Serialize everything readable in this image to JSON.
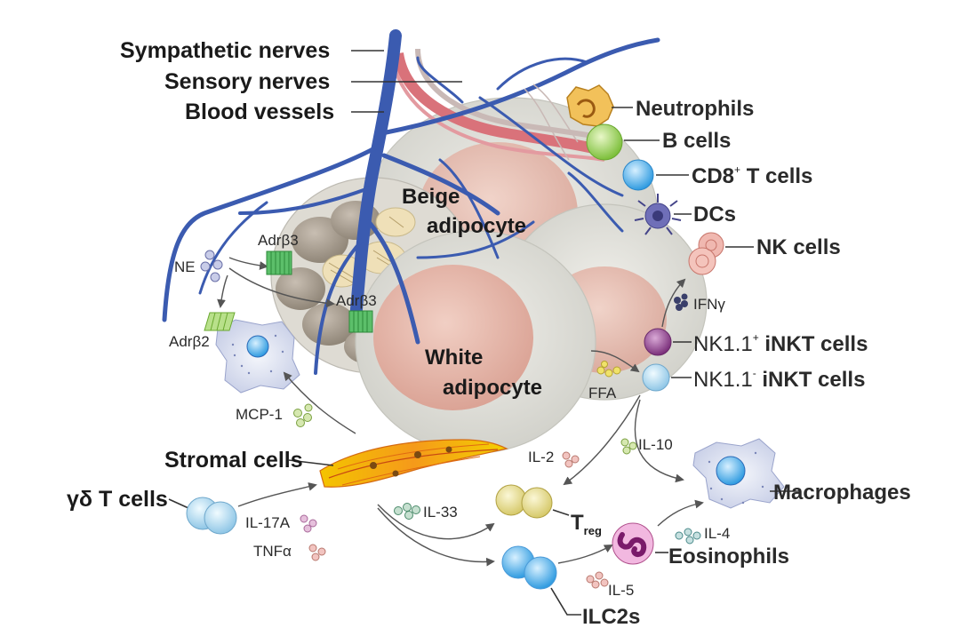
{
  "labels": {
    "sympathetic_nerves": "Sympathetic nerves",
    "sensory_nerves": "Sensory nerves",
    "blood_vessels": "Blood vessels",
    "neutrophils": "Neutrophils",
    "b_cells": "B cells",
    "cd8": "CD8",
    "cd8_sup": "+",
    "cd8_suffix": " T cells",
    "dcs": "DCs",
    "nk_cells": "NK cells",
    "ifng": "IFNγ",
    "nk11_plus_prefix": "NK1.1",
    "nk11_plus_sup": "+",
    "nk11_plus_suffix": " iNKT cells",
    "nk11_minus_prefix": "NK1.1",
    "nk11_minus_sup": "-",
    "nk11_minus_suffix": " iNKT cells",
    "ffa": "FFA",
    "beige_line1": "Beige",
    "beige_line2": "adipocyte",
    "white_line1": "White",
    "white_line2": "adipocyte",
    "ne": "NE",
    "adrb3_top": "Adrβ3",
    "adrb3_mid": "Adrβ3",
    "adrb2": "Adrβ2",
    "mcp1": "MCP-1",
    "stromal_cells": "Stromal cells",
    "gd_t_cells": "γδ T cells",
    "il17a": "IL-17A",
    "tnfa": "TNFα",
    "il33": "IL-33",
    "il2": "IL-2",
    "il10": "IL-10",
    "treg_main": "T",
    "treg_sub": "reg",
    "macrophages": "Macrophages",
    "il4": "IL-4",
    "eosinophils": "Eosinophils",
    "il5": "IL-5",
    "ilc2s": "ILC2s"
  },
  "colors": {
    "vein_blue": "#3b5bb0",
    "nerve_red": "#d9727a",
    "sensory_grey": "#c9b9b6",
    "adipocyte_grey": "#dcdcd6",
    "lipid_pink": "#e8b8ac"
  }
}
